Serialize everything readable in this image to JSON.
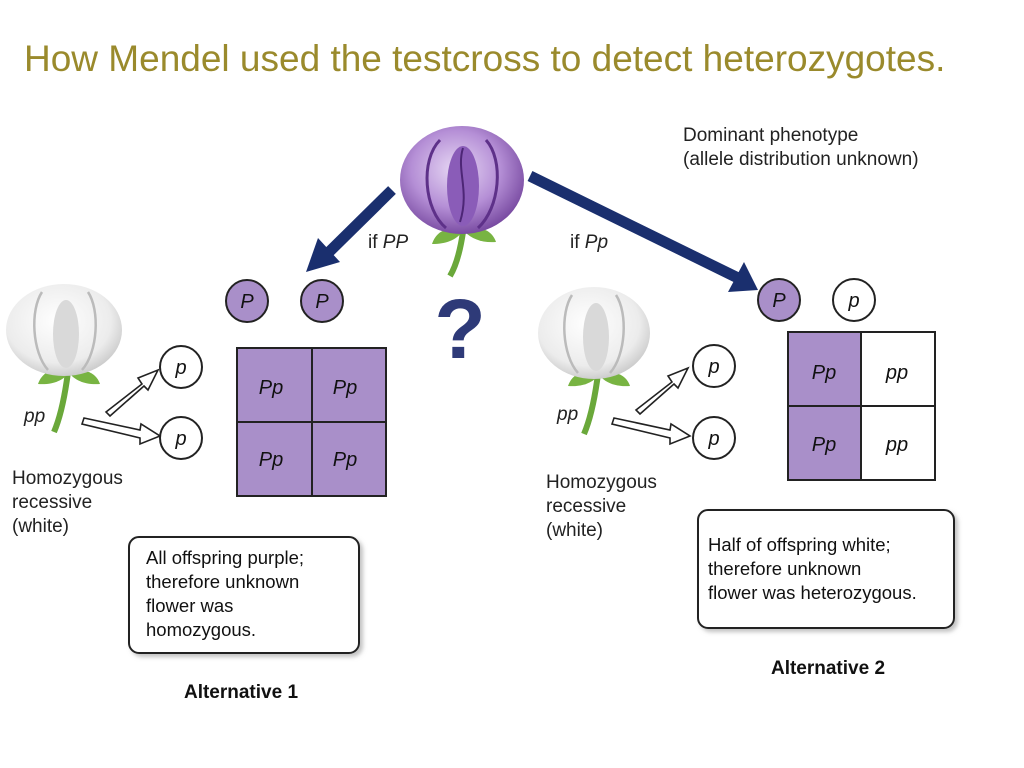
{
  "title": "How Mendel used the testcross to detect heterozygotes.",
  "dominant": {
    "line1": "Dominant phenotype",
    "line2": "(allele distribution unknown)"
  },
  "question_mark": "?",
  "branch_left": {
    "prefix": "if ",
    "genotype": "PP"
  },
  "branch_right": {
    "prefix": "if ",
    "genotype": "Pp"
  },
  "recessive_parent": {
    "genotype": "pp",
    "desc_line1": "Homozygous",
    "desc_line2": "recessive",
    "desc_line3": "(white)"
  },
  "alternative_1": {
    "label": "Alternative 1",
    "gametes_top": [
      "P",
      "P"
    ],
    "gametes_side": [
      "p",
      "p"
    ],
    "grid": [
      "Pp",
      "Pp",
      "Pp",
      "Pp"
    ],
    "conclusion": [
      "All offspring purple;",
      "therefore unknown",
      "flower was",
      "homozygous."
    ]
  },
  "alternative_2": {
    "label": "Alternative 2",
    "gametes_top": [
      "P",
      "p"
    ],
    "gametes_side": [
      "p",
      "p"
    ],
    "grid": [
      "Pp",
      "pp",
      "Pp",
      "pp"
    ],
    "conclusion": [
      "Half of offspring white;",
      "therefore unknown",
      "flower was heterozygous."
    ]
  },
  "colors": {
    "purple": "#a98fc9",
    "arrow": "#1a2f6e",
    "title": "#9a8a2c",
    "white_cell": "#ffffff"
  }
}
